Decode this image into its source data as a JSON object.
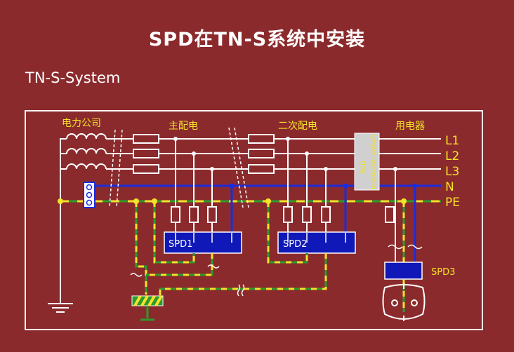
{
  "title": "SPD在TN-S系统中安装",
  "subtitle": "TN-S-System",
  "sections": {
    "utility": "电力公司",
    "main_distribution": "主配电",
    "secondary_distribution": "二次配电",
    "appliance": "用电器"
  },
  "lines": {
    "l1": "L1",
    "l2": "L2",
    "l3": "L3",
    "n": "N",
    "pe": "PE"
  },
  "devices": {
    "spd1": "SPD1",
    "spd2": "SPD2",
    "spd3": "SPD3",
    "rcd_line1": "RCD",
    "rcd_line2": "protection switch"
  },
  "colors": {
    "background": "#8b2a2c",
    "wire": "#ffffff",
    "neutral": "#1a2ce0",
    "pe_green": "#2e9a2e",
    "pe_yellow": "#f3e32a",
    "spd_box": "#1018b8",
    "rcd_box": "#d0d0d0",
    "label": "#f3e32a"
  }
}
